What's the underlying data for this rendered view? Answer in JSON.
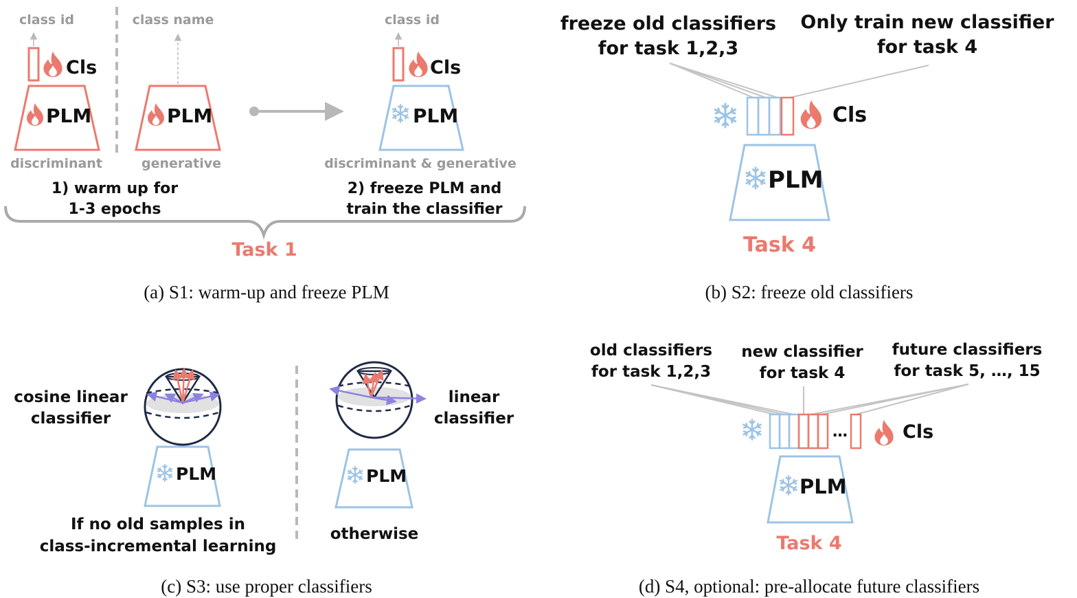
{
  "panel_a": {
    "class_id_left": "class id",
    "class_name": "class name",
    "class_id_right": "class id",
    "cls_left": "Cls",
    "cls_right": "Cls",
    "plm_disc": "PLM",
    "plm_gen": "PLM",
    "plm_frozen": "PLM",
    "discriminant": "discriminant",
    "generative": "generative",
    "disc_and_gen": "discriminant & generative",
    "step1_line1": "1) warm up for",
    "step1_line2": "1-3 epochs",
    "step2_line1": "2) freeze PLM and",
    "step2_line2": "train the classifier",
    "task": "Task 1",
    "caption": "(a) S1: warm-up and freeze PLM"
  },
  "panel_b": {
    "freeze_line1": "freeze old classifiers",
    "freeze_line2": "for task 1,2,3",
    "train_line1": "Only train new classifier",
    "train_line2": "for task 4",
    "cls": "Cls",
    "plm": "PLM",
    "task": "Task 4",
    "caption": "(b) S2: freeze old classifiers"
  },
  "panel_c": {
    "cosine_line1": "cosine linear",
    "cosine_line2": "classifier",
    "linear_line1": "linear",
    "linear_line2": "classifier",
    "plm_left": "PLM",
    "plm_right": "PLM",
    "cond_line1": "If no old samples in",
    "cond_line2": "class-incremental learning",
    "otherwise": "otherwise",
    "caption": "(c) S3: use proper classifiers"
  },
  "panel_d": {
    "old_line1": "old classifiers",
    "old_line2": "for task 1,2,3",
    "new_line1": "new classifier",
    "new_line2": "for task 4",
    "future_line1": "future classifiers",
    "future_line2": "for task 5, …, 15",
    "ellipsis": "…",
    "cls": "Cls",
    "plm": "PLM",
    "task": "Task 4",
    "caption": "(d) S4, optional: pre-allocate future classifiers"
  },
  "colors": {
    "trainable_red": "#ea7a6e",
    "frozen_blue": "#9cc3e5",
    "grey": "#9a9a9a",
    "sphere_outline": "#1f2a44",
    "vector_purple": "#8b83e0"
  },
  "icons": [
    "fire-icon",
    "snowflake-icon"
  ]
}
